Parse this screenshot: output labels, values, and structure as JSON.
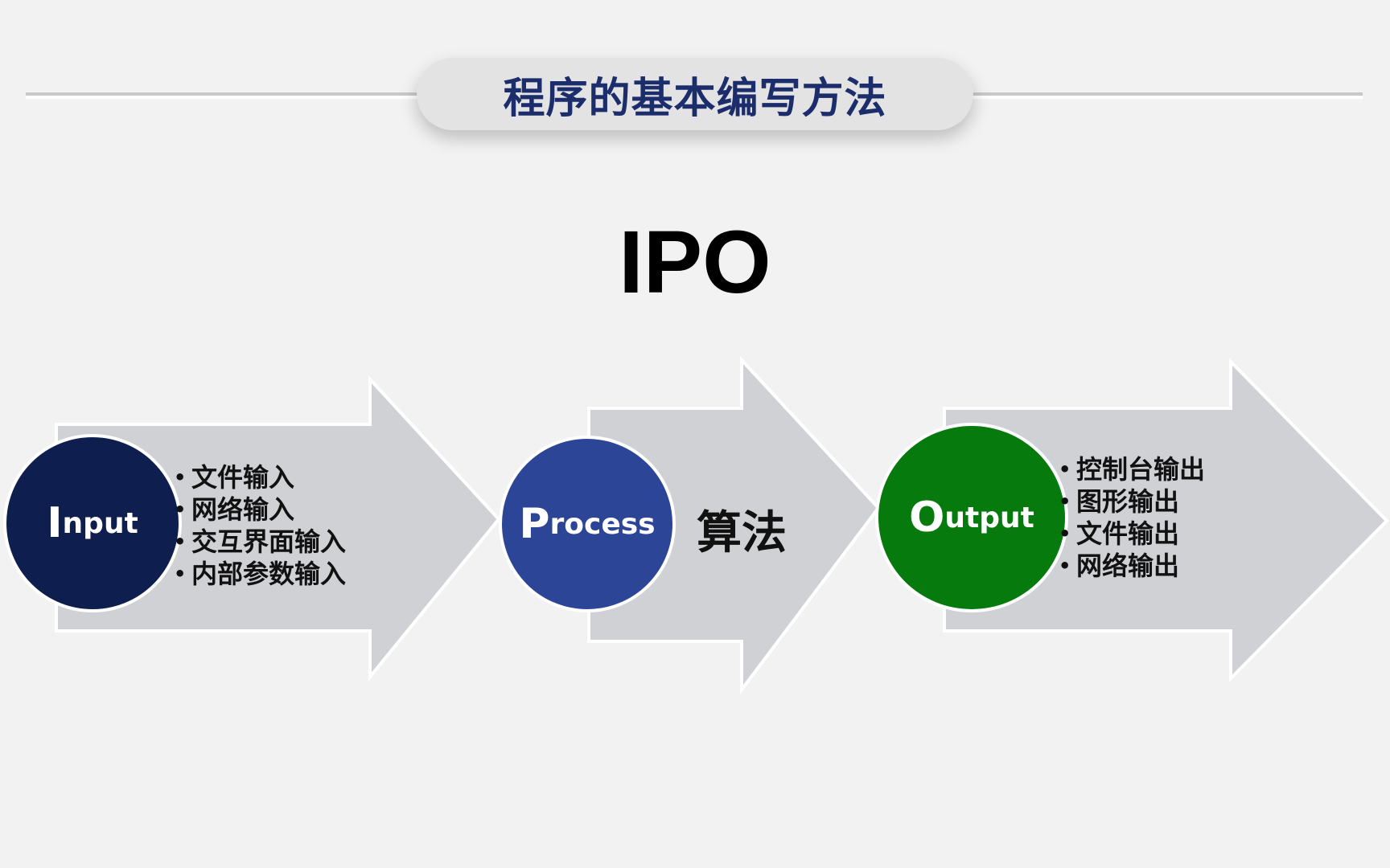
{
  "title": "程序的基本编写方法",
  "heading": "IPO",
  "stages": {
    "input": {
      "initial": "I",
      "rest": "nput",
      "color": "#0e1e4e",
      "items": [
        "文件输入",
        "网络输入",
        "交互界面输入",
        "内部参数输入"
      ]
    },
    "process": {
      "initial": "P",
      "rest": "rocess",
      "color": "#2c4596",
      "text": "算法"
    },
    "output": {
      "initial": "O",
      "rest": "utput",
      "color": "#077a0e",
      "items": [
        "控制台输出",
        "图形输出",
        "文件输出",
        "网络输出"
      ]
    }
  },
  "colors": {
    "background": "#f2f2f2",
    "arrow": "#d0d1d4",
    "title_text": "#1c2d6b"
  }
}
